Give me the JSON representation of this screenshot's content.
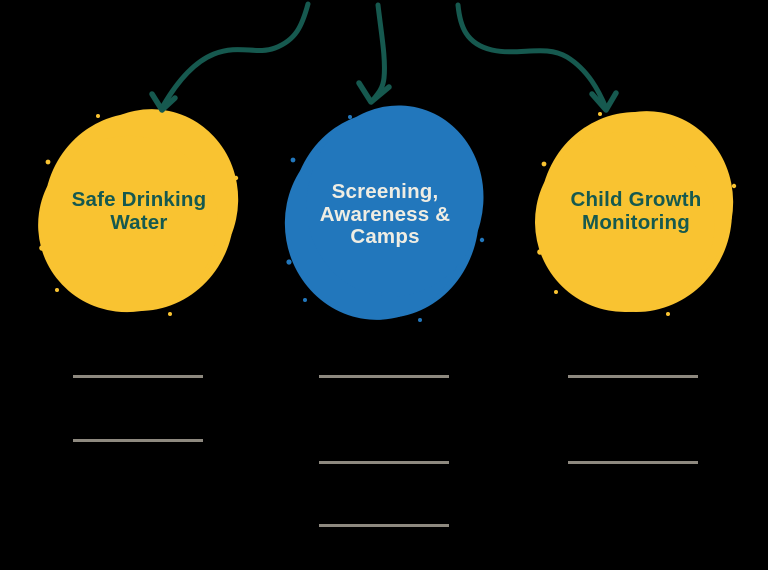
{
  "colors": {
    "background": "#000000",
    "yellow": "#f9c331",
    "blue": "#2277bc",
    "teal": "#16594f",
    "cream": "#efede3",
    "line_gray": "#8e897f"
  },
  "circles": [
    {
      "name": "safe-drinking-water",
      "label": "Safe Drinking\nWater"
    },
    {
      "name": "screening-awareness-camps",
      "label": "Screening,\nAwareness &\nCamps"
    },
    {
      "name": "child-growth-monitoring",
      "label": "Child Growth\nMonitoring"
    }
  ],
  "arrows": [
    {
      "name": "arrow-to-safe-drinking-water"
    },
    {
      "name": "arrow-to-screening-awareness-camps"
    },
    {
      "name": "arrow-to-child-growth-monitoring"
    }
  ],
  "note_lines": {
    "column_1_count": 2,
    "column_2_count": 3,
    "column_3_count": 2
  }
}
